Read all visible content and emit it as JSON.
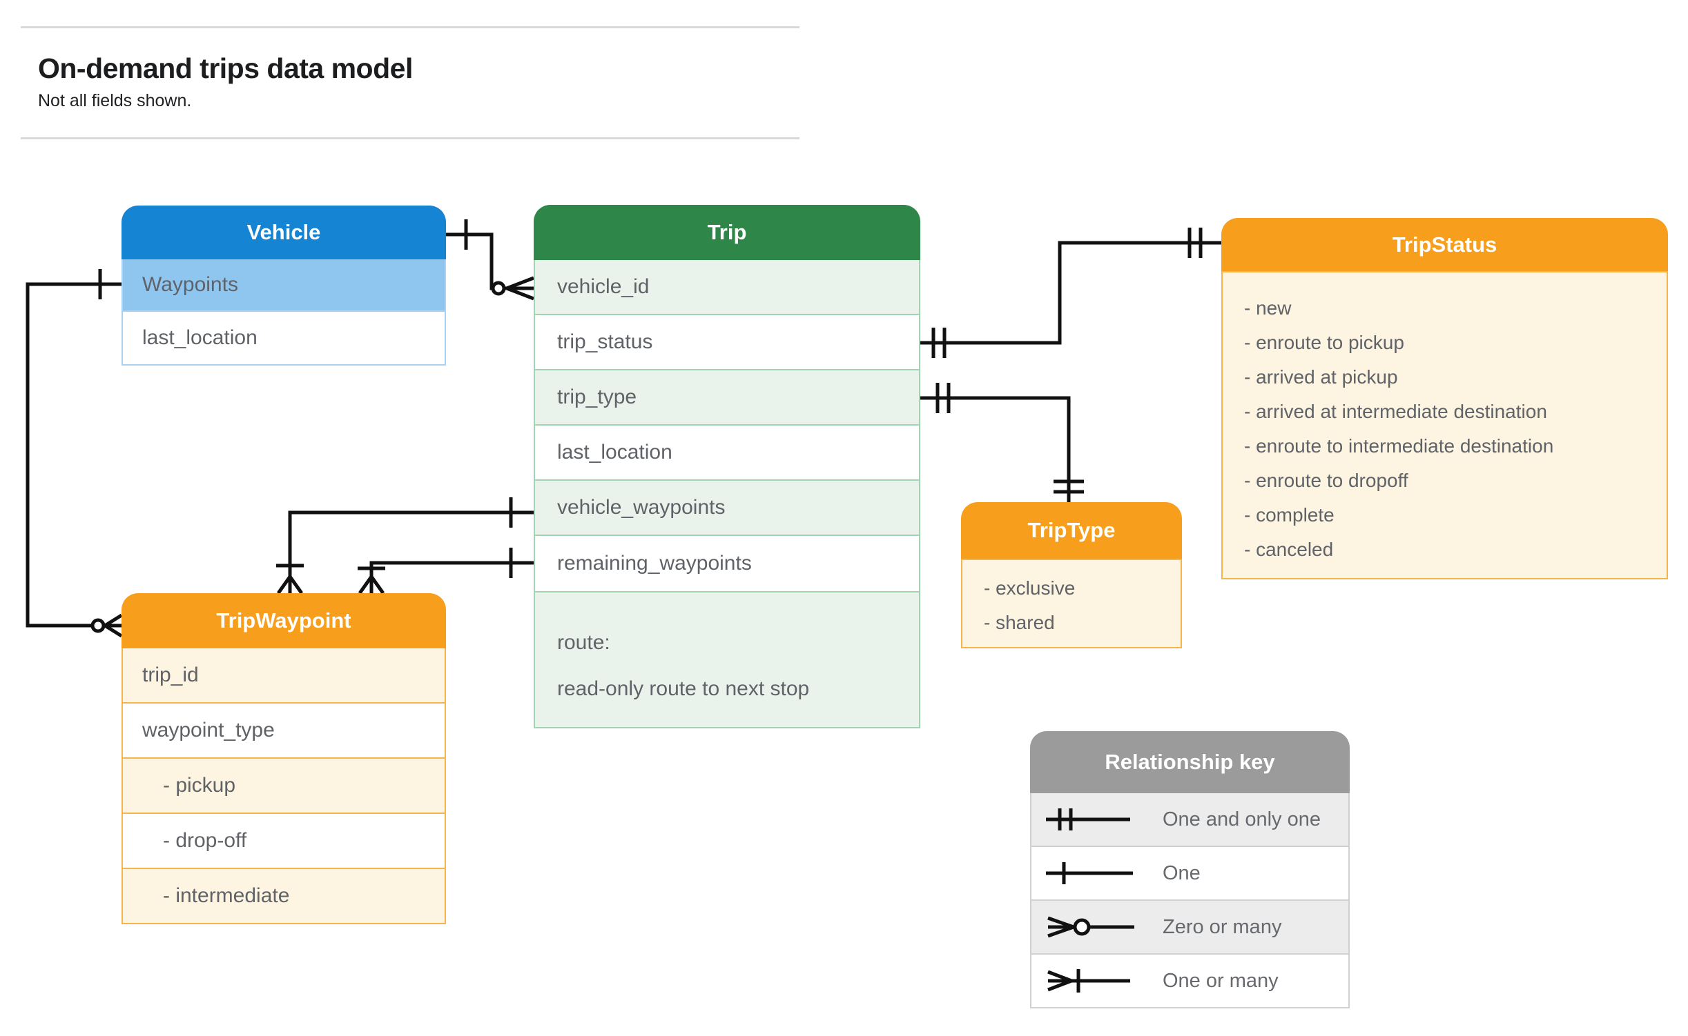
{
  "page": {
    "title": "On-demand trips data model",
    "subtitle": "Not all fields shown."
  },
  "entities": {
    "vehicle": {
      "title": "Vehicle",
      "fields": [
        {
          "name": "Waypoints",
          "highlight": true
        },
        {
          "name": "last_location",
          "highlight": false
        }
      ]
    },
    "trip": {
      "title": "Trip",
      "fields": [
        "vehicle_id",
        "trip_status",
        "trip_type",
        "last_location",
        "vehicle_waypoints",
        "remaining_waypoints"
      ],
      "route_field": {
        "line1": "route:",
        "line2": "read-only route to next stop"
      }
    },
    "trip_status": {
      "title": "TripStatus",
      "values": [
        "- new",
        "- enroute to pickup",
        "- arrived at pickup",
        "- arrived at intermediate destination",
        "- enroute to intermediate destination",
        "- enroute to dropoff",
        "- complete",
        "- canceled"
      ]
    },
    "trip_type": {
      "title": "TripType",
      "values": [
        "- exclusive",
        "- shared"
      ]
    },
    "trip_waypoint": {
      "title": "TripWaypoint",
      "fields": [
        "trip_id",
        "waypoint_type"
      ],
      "waypoint_values": [
        "- pickup",
        "- drop-off",
        "- intermediate"
      ]
    }
  },
  "legend": {
    "title": "Relationship key",
    "rows": [
      {
        "symbol": "one-and-only-one",
        "label": "One and only one"
      },
      {
        "symbol": "one",
        "label": "One"
      },
      {
        "symbol": "zero-or-many",
        "label": "Zero or many"
      },
      {
        "symbol": "one-or-many",
        "label": "One or many"
      }
    ]
  },
  "relationships": [
    {
      "from": "Vehicle",
      "to": "Trip.vehicle_id",
      "from_cardinality": "one",
      "to_cardinality": "zero-or-many"
    },
    {
      "from": "Vehicle.Waypoints",
      "to": "TripWaypoint",
      "from_cardinality": "one",
      "to_cardinality": "zero-or-many"
    },
    {
      "from": "Trip.trip_status",
      "to": "TripStatus",
      "from_cardinality": "one-and-only-one",
      "to_cardinality": "one-and-only-one"
    },
    {
      "from": "Trip.trip_type",
      "to": "TripType",
      "from_cardinality": "one-and-only-one",
      "to_cardinality": "one-and-only-one"
    },
    {
      "from": "Trip.vehicle_waypoints",
      "to": "TripWaypoint",
      "from_cardinality": "one",
      "to_cardinality": "one-or-many"
    },
    {
      "from": "Trip.remaining_waypoints",
      "to": "TripWaypoint",
      "from_cardinality": "one",
      "to_cardinality": "one-or-many"
    }
  ],
  "colors": {
    "vehicle_header": "#1585d3",
    "vehicle_highlight_row": "#8ec6f0",
    "trip_header": "#2e8648",
    "trip_tint_row": "#e9f3ec",
    "orange_header": "#f79e1c",
    "orange_tint_row": "#fdf4e2",
    "legend_header": "#9b9b9b",
    "connector": "#111111",
    "field_text": "#5f6368"
  }
}
